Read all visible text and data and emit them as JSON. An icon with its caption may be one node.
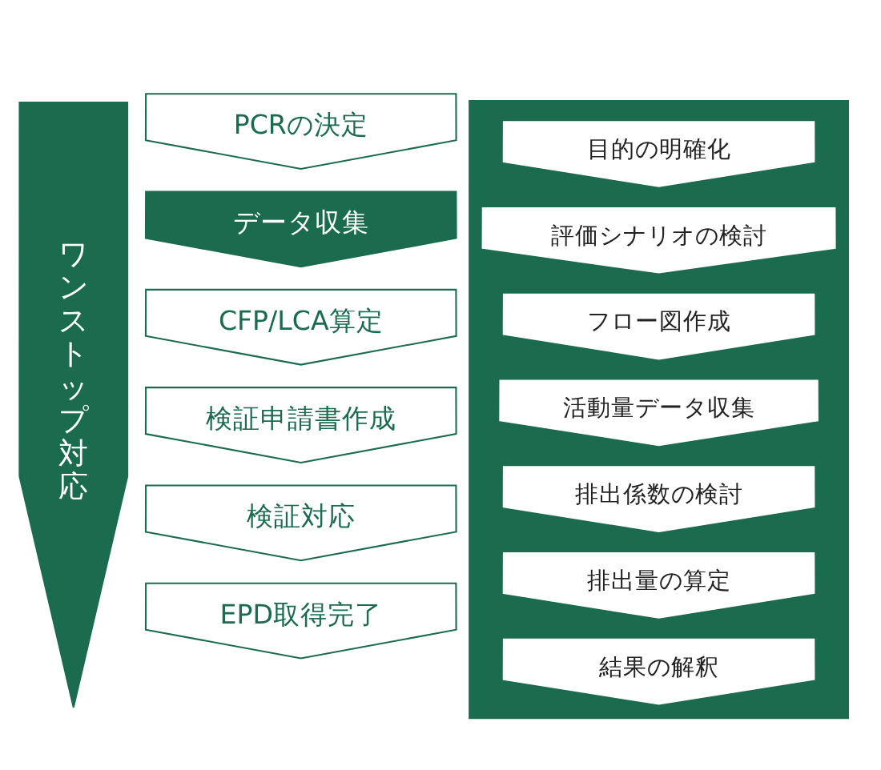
{
  "diagram": {
    "nodes": [
      {
        "text": [
          "ワンストップ対応"
        ]
      },
      {
        "text": [
          "PCRの決定"
        ]
      },
      {
        "text": [
          "データ収集"
        ]
      },
      {
        "text": [
          "CFP/LCA算定"
        ]
      },
      {
        "text": [
          "検証申請書作成"
        ]
      },
      {
        "text": [
          "検証対応"
        ]
      },
      {
        "text": [
          "EPD取得完了"
        ]
      },
      {
        "text": [],
        "shape": "box"
      },
      {
        "text": [
          "目的の明確化"
        ],
        "in": 7
      },
      {
        "text": [
          "評価シナリオの検討"
        ],
        "in": 7
      },
      {
        "text": [
          "フロー図作成"
        ],
        "in": 7
      },
      {
        "text": [
          "活動量データ収集"
        ],
        "in": 7
      },
      {
        "text": [
          "排出係数の検討"
        ],
        "in": 7
      },
      {
        "text": [
          "排出量の算定"
        ],
        "in": 7
      },
      {
        "text": [
          "結果の解釈"
        ],
        "in": 7
      }
    ],
    "edges": []
  }
}
